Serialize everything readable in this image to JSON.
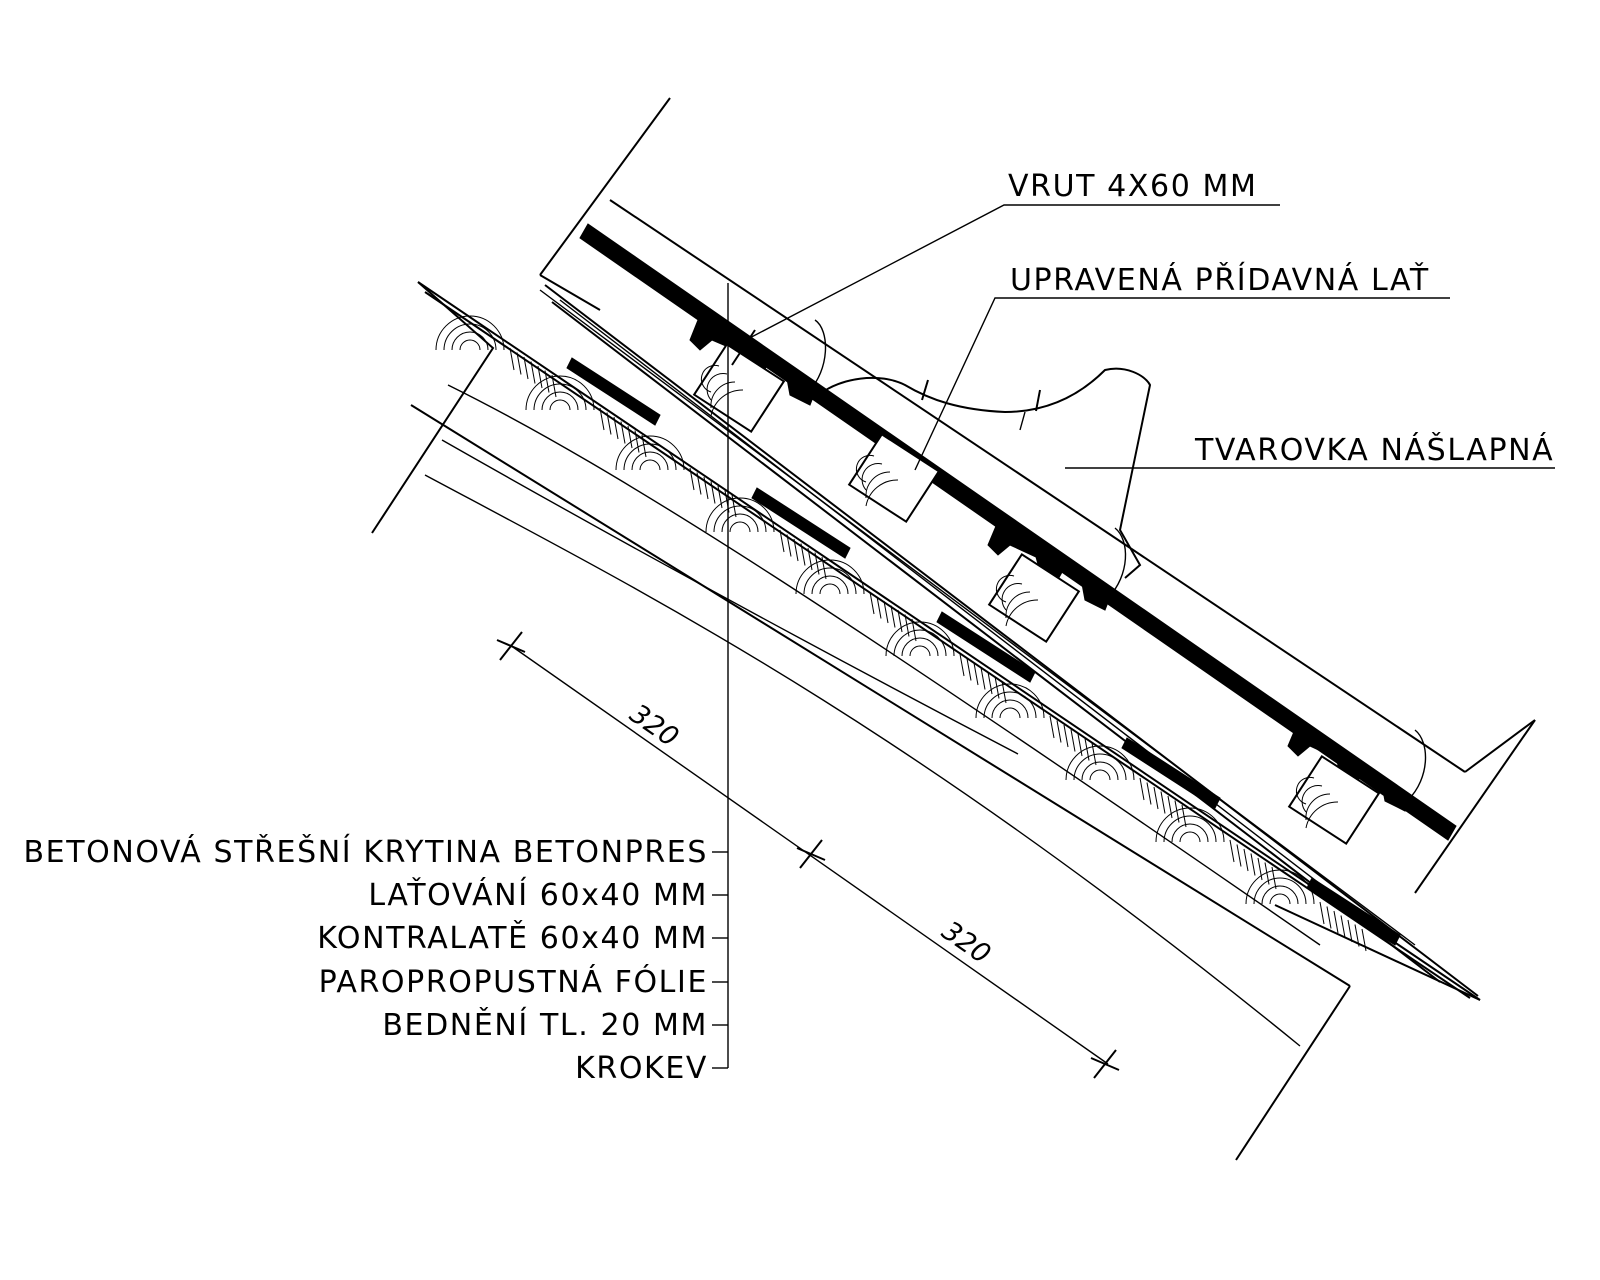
{
  "labels": {
    "screw": "VRUT 4X60 MM",
    "batten": "UPRAVENÁ PŘÍDAVNÁ LAŤ",
    "step_tile": "TVAROVKA NÁŠLAPNÁ"
  },
  "layers": [
    "BETONOVÁ STŘEŠNÍ KRYTINA BETONPRES",
    "LAŤOVÁNÍ 60x40 MM",
    "KONTRALATĚ 60x40 MM",
    "PAROPROPUSTNÁ FÓLIE",
    "BEDNĚNÍ TL. 20 MM",
    "KROKEV"
  ],
  "dimensions": [
    "320",
    "320"
  ]
}
